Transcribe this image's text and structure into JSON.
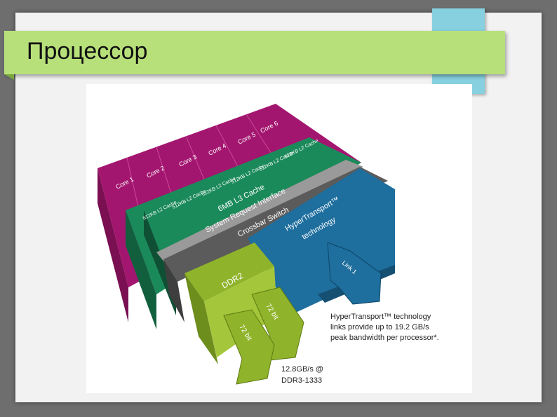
{
  "slide": {
    "title": "Процессор"
  },
  "diagram": {
    "cores": [
      "Core 1",
      "Core 2",
      "Core 3",
      "Core 4",
      "Core 5",
      "Core 6"
    ],
    "l2_cache": [
      "512KB L2 Cache",
      "512KB L2 Cache",
      "512KB L2 Cache",
      "512KB L2 Cache",
      "512KB L2 Cache",
      "512KB L2 Cache"
    ],
    "l3_cache": "6MB L3 Cache",
    "sri": "System Request Interface",
    "crossbar": "Crossbar Switch",
    "ht_line1": "HyperTransport™",
    "ht_line2": "technology",
    "ddr": "DDR2",
    "link": "Link 1",
    "bit_a": "72 bit",
    "bit_b": "72 bit",
    "ht_note": [
      "HyperTransport™ technology",
      "links provide up to 19.2 GB/s",
      "peak bandwidth per processor*."
    ],
    "mem_note": [
      "12.8GB/s @",
      "DDR3-1333"
    ]
  },
  "colors": {
    "core": "#a3166f",
    "cache": "#1b8a5a",
    "gray": "#5b5b5b",
    "blue": "#1e6e9e",
    "ddr": "#8fb32a",
    "title_bar": "#b8e07a",
    "accent": "#86d0e0"
  }
}
